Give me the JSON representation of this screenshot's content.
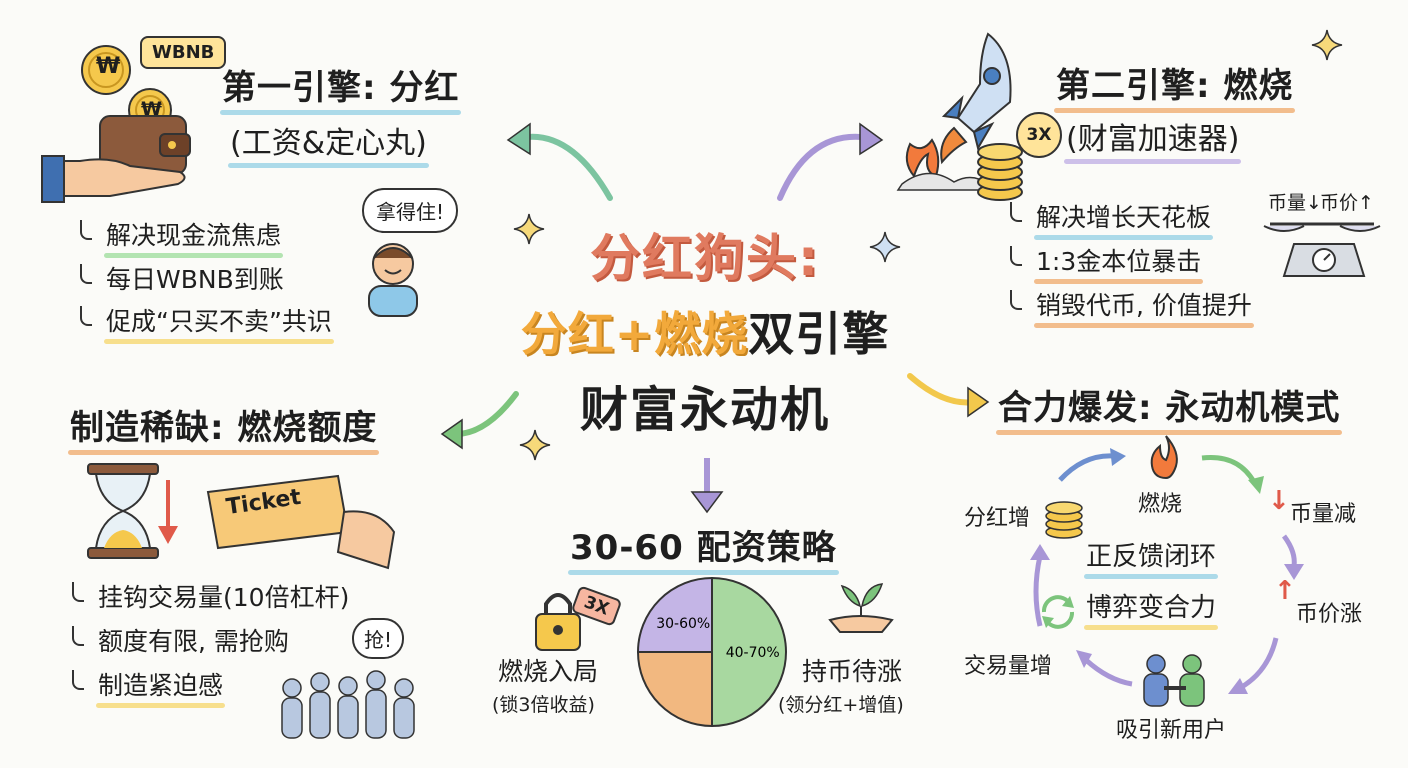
{
  "center": {
    "line1": "分红狗头:",
    "line2_a": "分红+燃烧",
    "line2_b": "双引擎",
    "line3": "财富永动机"
  },
  "engine1": {
    "title": "第一引擎: 分红",
    "subtitle": "(工资&定心丸)",
    "coin_label": "WBNB",
    "coin_symbol": "₩",
    "bubble": "拿得住!",
    "items": [
      "解决现金流焦虑",
      "每日WBNB到账",
      "促成“只买不卖”共识"
    ]
  },
  "engine2": {
    "title": "第二引擎: 燃烧",
    "subtitle": "(财富加速器)",
    "multiplier": "3X",
    "scale_left": "币量↓",
    "scale_right": "币价↑",
    "items": [
      "解决增长天花板",
      "1:3金本位暴击",
      "销毁代币, 价值提升"
    ]
  },
  "scarcity": {
    "title": "制造稀缺: 燃烧额度",
    "ticket": "Ticket",
    "bubble": "抢!",
    "items": [
      "挂钩交易量(10倍杠杆)",
      "额度有限, 需抢购",
      "制造紧迫感"
    ]
  },
  "strategy": {
    "title": "30-60 配资策略",
    "lock_tag": "3X",
    "left_label": "燃烧入局",
    "left_sub": "(锁3倍收益)",
    "right_label": "持币待涨",
    "right_sub": "(领分红+增值)"
  },
  "chart_data": {
    "type": "pie",
    "slices": [
      {
        "label": "40-70%",
        "value": 50,
        "color": "#a8d8a0"
      },
      {
        "label": "",
        "value": 25,
        "color": "#f2b880"
      },
      {
        "label": "30-60%",
        "value": 25,
        "color": "#c4b5e6"
      }
    ]
  },
  "cycle": {
    "title": "合力爆发: 永动机模式",
    "burn": "燃烧",
    "supply_down": "币量减",
    "price_up": "币价涨",
    "new_users": "吸引新用户",
    "volume_up": "交易量增",
    "dividend_up": "分红增",
    "core_line1": "正反馈闭环",
    "core_line2": "博弈变合力"
  }
}
